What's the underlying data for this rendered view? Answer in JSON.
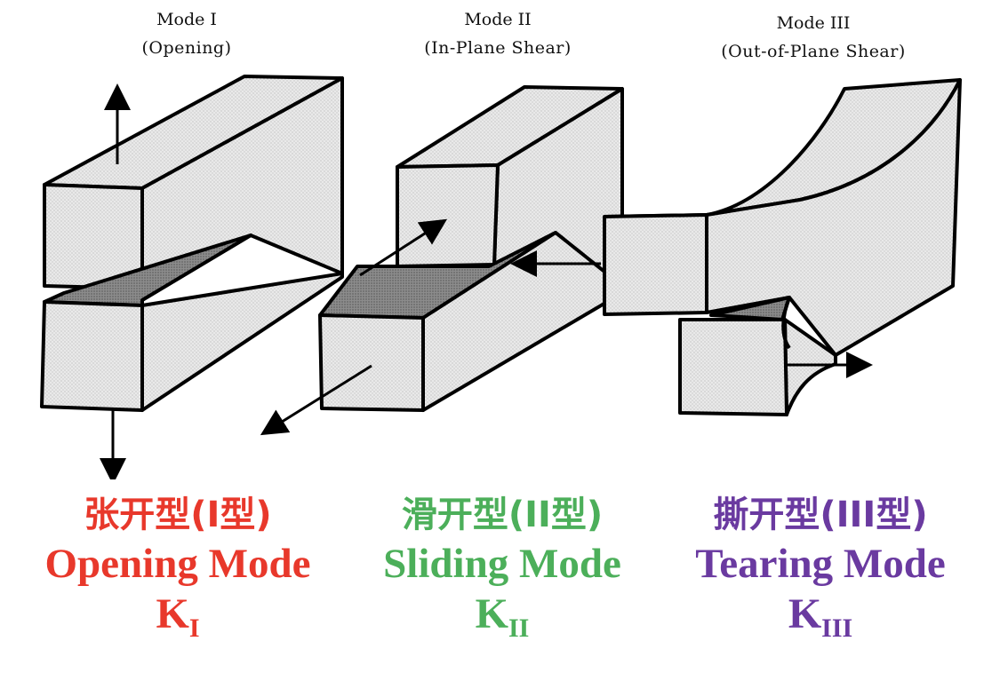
{
  "modes": [
    {
      "title": "Mode I",
      "subtitle": "(Opening)",
      "cn_label": "张开型(I型)",
      "en_label": "Opening Mode",
      "k_symbol": "K",
      "k_subscript": "I",
      "color": "#e8382b"
    },
    {
      "title": "Mode II",
      "subtitle": "(In-Plane Shear)",
      "cn_label": "滑开型(II型)",
      "en_label": "Sliding Mode",
      "k_symbol": "K",
      "k_subscript": "II",
      "color": "#4caf5a"
    },
    {
      "title": "Mode III",
      "subtitle": "(Out-of-Plane Shear)",
      "cn_label": "撕开型(III型)",
      "en_label": "Tearing Mode",
      "k_symbol": "K",
      "k_subscript": "III",
      "color": "#6a3aa0"
    }
  ],
  "colors": {
    "face_light": "#e6e6e6",
    "face_dark": "#8a8a8a",
    "outline": "#000000"
  }
}
